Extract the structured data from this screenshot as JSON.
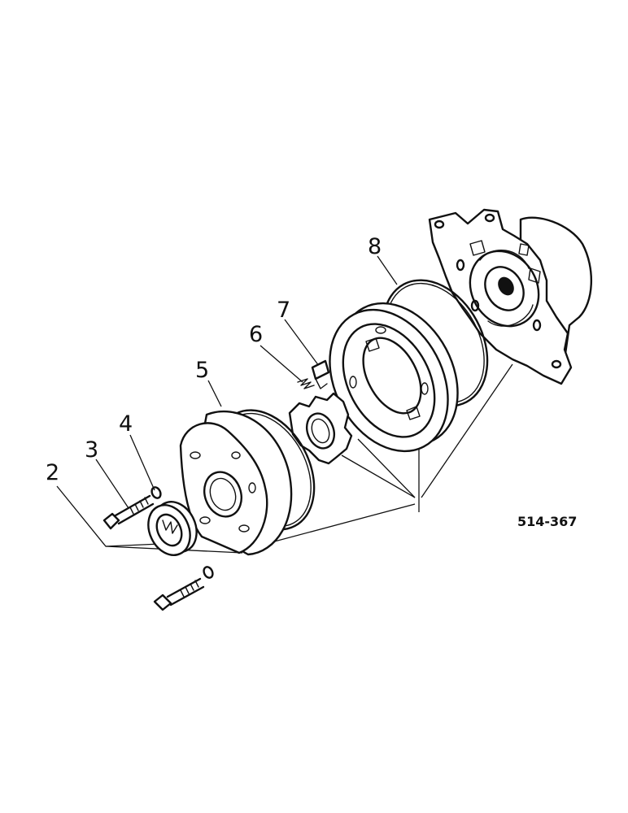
{
  "diagram": {
    "drawing_number": "514-367",
    "callouts": [
      {
        "id": "c2",
        "label": "2"
      },
      {
        "id": "c3",
        "label": "3"
      },
      {
        "id": "c4",
        "label": "4"
      },
      {
        "id": "c5",
        "label": "5"
      },
      {
        "id": "c6",
        "label": "6"
      },
      {
        "id": "c7",
        "label": "7"
      },
      {
        "id": "c8",
        "label": "8"
      }
    ]
  }
}
